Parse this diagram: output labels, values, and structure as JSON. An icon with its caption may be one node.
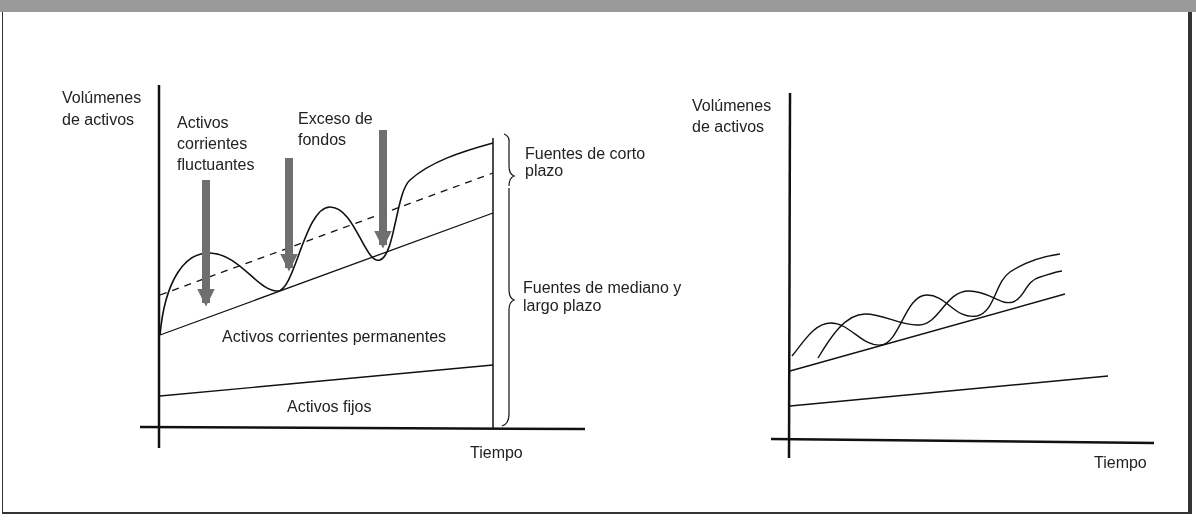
{
  "diagram": {
    "nodes": [
      {
        "text": [
          "Activos corrientes fluctuantes"
        ]
      },
      {
        "text": [
          "Exceso de fondos"
        ]
      }
    ],
    "edges": [
      {
        "from": 0,
        "to": null,
        "arrow": "to"
      },
      {
        "from": 0,
        "to": null,
        "arrow": "to"
      },
      {
        "from": 1,
        "to": null,
        "arrow": "to"
      }
    ],
    "labels": [
      "Volúmenes de activos",
      "Fuentes de corto plazo",
      "Fuentes de mediano y largo plazo",
      "Activos corrientes permanentes",
      "Activos fijos",
      "Tiempo",
      "Volúmenes de activos",
      "Tiempo"
    ]
  }
}
